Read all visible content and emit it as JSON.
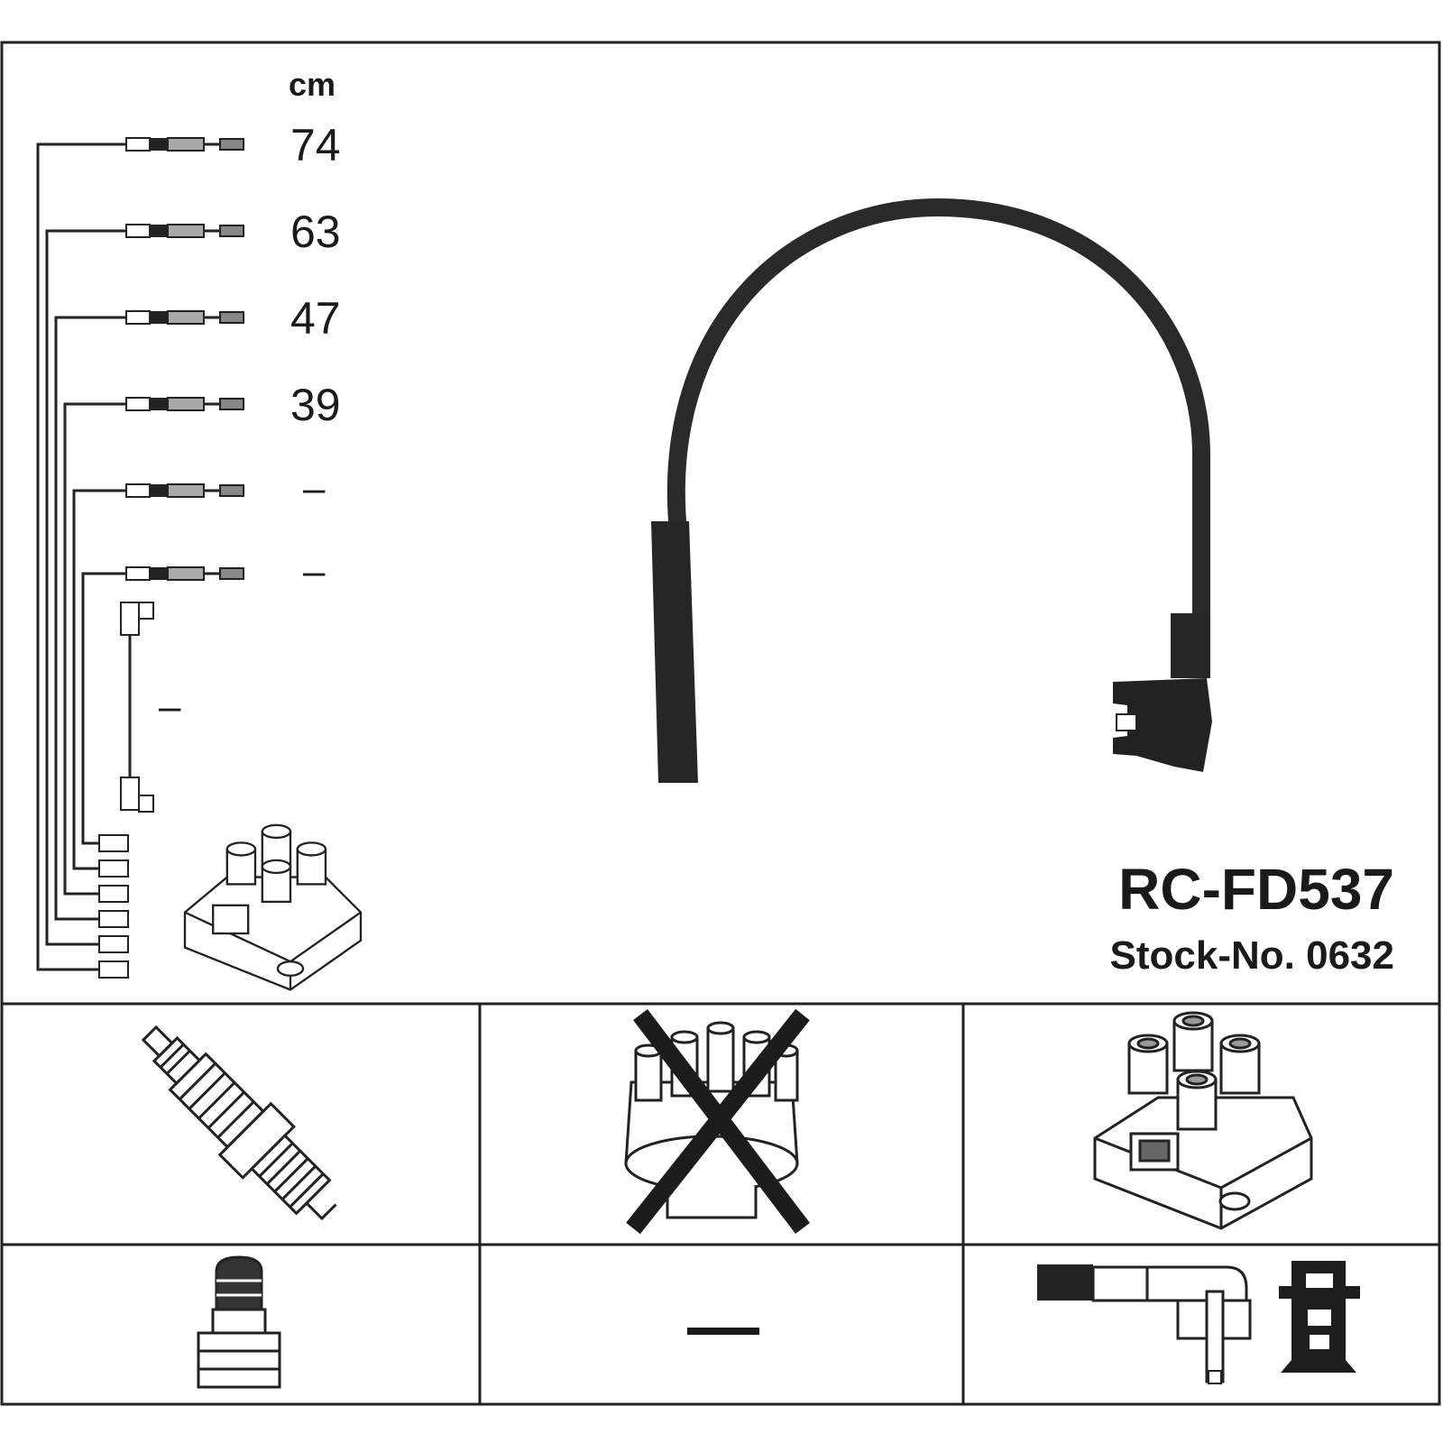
{
  "legend": {
    "unit": "cm",
    "lengths": [
      "74",
      "63",
      "47",
      "39",
      "–",
      "–"
    ],
    "coil_lead_length": "–"
  },
  "product": {
    "code": "RC-FD537",
    "stock_number": "Stock-No. 0632"
  },
  "grid": {
    "spark_plug": "spark-plug-icon",
    "distributor_cap": "distributor-cap-crossed-icon",
    "ignition_coil": "ignition-coil-icon",
    "plug_boot": "plug-boot-icon",
    "distributor_terminal": "–",
    "coil_connector": "coil-connector-icon"
  }
}
